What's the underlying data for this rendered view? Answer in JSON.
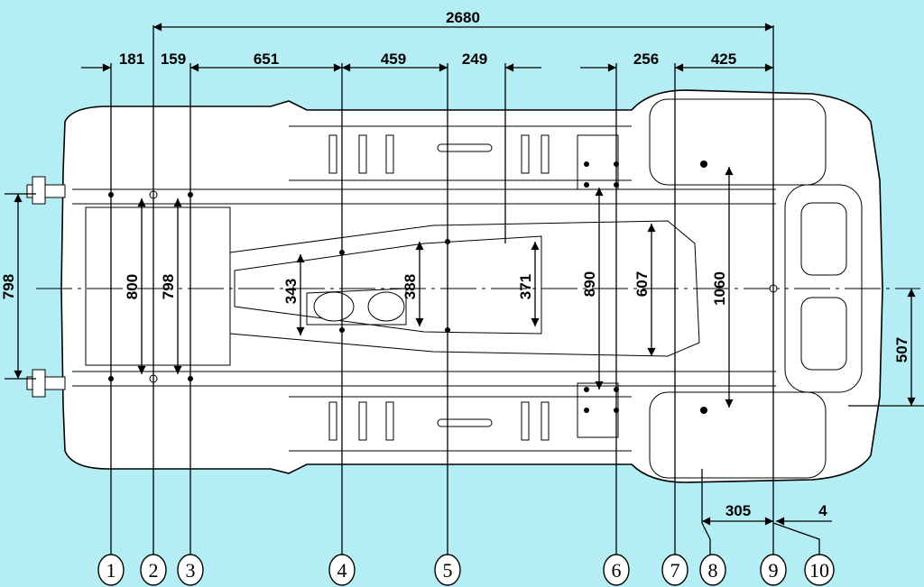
{
  "title": "Underbody control points and dimensions",
  "horizontal_dimensions": {
    "overall": "2680",
    "segments": [
      "181",
      "159",
      "651",
      "459",
      "249",
      "256",
      "425"
    ],
    "rear_lower": [
      "305",
      "4"
    ]
  },
  "vertical_dimensions": {
    "front_tow": "798",
    "p1": "800",
    "p3": "798",
    "center_a": "343",
    "center_b": "388",
    "center_c": "371",
    "p6": "890",
    "p6b": "607",
    "p8": "1060",
    "rear": "507"
  },
  "points": [
    "1",
    "2",
    "3",
    "4",
    "5",
    "6",
    "7",
    "8",
    "9",
    "10"
  ]
}
